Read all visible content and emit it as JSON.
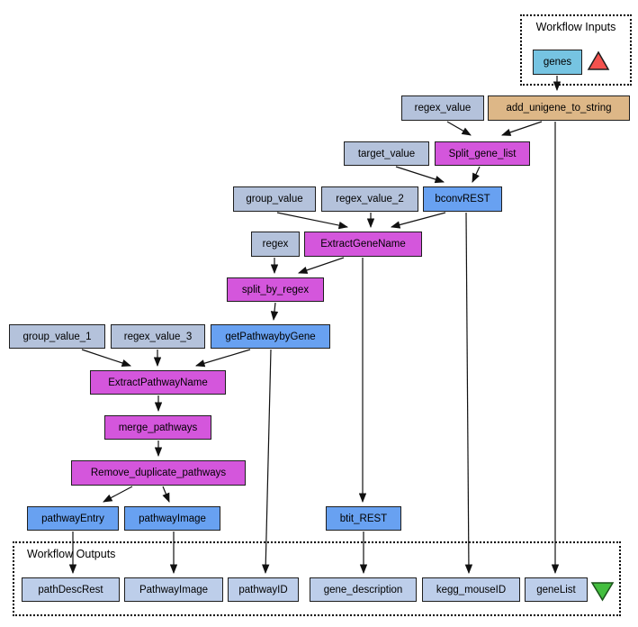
{
  "diagram": {
    "background": "#ffffff",
    "inputs_group": {
      "label": "Workflow Inputs"
    },
    "outputs_group": {
      "label": "Workflow Outputs"
    },
    "nodes": {
      "genes": "genes",
      "regex_value": "regex_value",
      "add_unigene_to_string": "add_unigene_to_string",
      "target_value": "target_value",
      "split_gene_list": "Split_gene_list",
      "group_value": "group_value",
      "regex_value_2": "regex_value_2",
      "bconvrest": "bconvREST",
      "regex": "regex",
      "extract_gene_name": "ExtractGeneName",
      "split_by_regex": "split_by_regex",
      "group_value_1": "group_value_1",
      "regex_value_3": "regex_value_3",
      "get_pathway_by_gene": "getPathwaybyGene",
      "extract_pathway_name": "ExtractPathwayName",
      "merge_pathways": "merge_pathways",
      "remove_duplicate_pathways": "Remove_duplicate_pathways",
      "pathway_entry": "pathwayEntry",
      "pathway_image": "pathwayImage",
      "btit_rest": "btit_REST"
    },
    "outputs": {
      "path_desc_rest": "pathDescRest",
      "pathway_image_out": "PathwayImage",
      "pathway_id": "pathwayID",
      "gene_description": "gene_description",
      "kegg_mouse_id": "kegg_mouseID",
      "gene_list": "geneList"
    },
    "colors": {
      "workflow_input_port": "#76C4E2",
      "string_constant": "#B4C2DB",
      "beanshell_processor": "#DDB787",
      "local_processor": "#D456DC",
      "service_processor": "#68A1F1",
      "workflow_output_port": "#BDCEEA",
      "input_marker": "#F4524E",
      "output_marker": "#43BE3E",
      "edge": "#111111"
    },
    "edges": [
      {
        "from": "genes",
        "to": "add_unigene_to_string"
      },
      {
        "from": "regex_value",
        "to": "Split_gene_list"
      },
      {
        "from": "add_unigene_to_string",
        "to": "Split_gene_list"
      },
      {
        "from": "add_unigene_to_string",
        "to": "geneList"
      },
      {
        "from": "target_value",
        "to": "bconvREST"
      },
      {
        "from": "Split_gene_list",
        "to": "bconvREST"
      },
      {
        "from": "group_value",
        "to": "ExtractGeneName"
      },
      {
        "from": "regex_value_2",
        "to": "ExtractGeneName"
      },
      {
        "from": "bconvREST",
        "to": "ExtractGeneName"
      },
      {
        "from": "bconvREST",
        "to": "kegg_mouseID"
      },
      {
        "from": "regex",
        "to": "split_by_regex"
      },
      {
        "from": "ExtractGeneName",
        "to": "split_by_regex"
      },
      {
        "from": "ExtractGeneName",
        "to": "btit_REST"
      },
      {
        "from": "split_by_regex",
        "to": "getPathwaybyGene"
      },
      {
        "from": "group_value_1",
        "to": "ExtractPathwayName"
      },
      {
        "from": "regex_value_3",
        "to": "ExtractPathwayName"
      },
      {
        "from": "getPathwaybyGene",
        "to": "ExtractPathwayName"
      },
      {
        "from": "getPathwaybyGene",
        "to": "pathwayID"
      },
      {
        "from": "ExtractPathwayName",
        "to": "merge_pathways"
      },
      {
        "from": "merge_pathways",
        "to": "Remove_duplicate_pathways"
      },
      {
        "from": "Remove_duplicate_pathways",
        "to": "pathwayEntry"
      },
      {
        "from": "Remove_duplicate_pathways",
        "to": "pathwayImage"
      },
      {
        "from": "pathwayEntry",
        "to": "pathDescRest"
      },
      {
        "from": "pathwayImage",
        "to": "PathwayImage"
      },
      {
        "from": "btit_REST",
        "to": "gene_description"
      }
    ]
  }
}
